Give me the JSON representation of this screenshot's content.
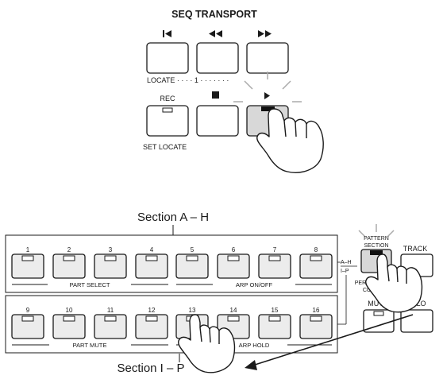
{
  "transport": {
    "title": "SEQ TRANSPORT",
    "locate_text": "LOCATE · · · · 1 · · · · · · ·",
    "rec_label": "REC",
    "set_locate_label": "SET LOCATE"
  },
  "sections": {
    "a_h_title": "Section A – H",
    "i_p_title": "Section I – P",
    "part_select": "PART SELECT",
    "arp_on_off": "ARP ON/OFF",
    "part_mute": "PART MUTE",
    "arp_hold": "ARP HOLD",
    "row_top_numbers": [
      "1",
      "2",
      "3",
      "4",
      "5",
      "6",
      "7",
      "8"
    ],
    "row_bottom_numbers": [
      "9",
      "10",
      "11",
      "12",
      "13",
      "14",
      "15",
      "16"
    ],
    "switch_ah": "A–H",
    "switch_ip": "I–P"
  },
  "right_panel": {
    "pattern_label": "PATTERN",
    "section_label": "SECTION",
    "track_label": "TRACK",
    "performance_label": "PERFORMANCE",
    "control_label": "CONTROL",
    "mute_label": "MUTE",
    "solo_label": "SOLO"
  },
  "colors": {
    "button_fill": "#ececec",
    "led_fill": "#bdbdbd",
    "led_lit": "#111111",
    "outline": "#1a1a1a"
  }
}
